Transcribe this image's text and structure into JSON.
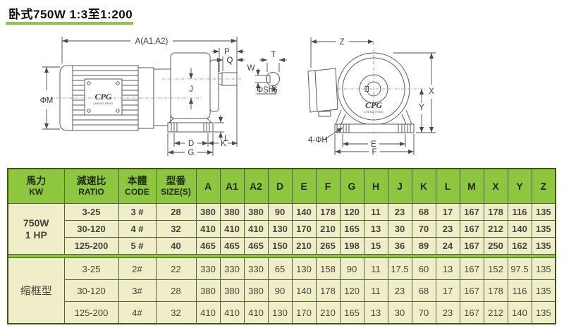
{
  "title": "卧式750W 1:3至1:200",
  "colors": {
    "accent_green": "#8dc63f",
    "table_body": "#f0edc9",
    "table_border": "#44541f",
    "drawing_line": "#5a5a5a",
    "text": "#45453a"
  },
  "drawings": {
    "side_view": {
      "dim_overall": "A(A1,A2)",
      "dim_p": "P",
      "dim_q": "Q",
      "dim_m": "ΦM",
      "dim_j": "J",
      "dim_d": "D",
      "dim_g": "G",
      "dim_k": "K",
      "dim_l": "L",
      "logo": "CPG",
      "logo_sub": "CHENG PENG",
      "shaft_detail": {
        "dim_t": "T",
        "dim_w": "W",
        "dim_dia": "ΦSh6"
      }
    },
    "front_view": {
      "dim_z": "Z",
      "dim_x": "X",
      "dim_y": "Y",
      "dim_e": "E",
      "dim_f": "F",
      "holes": "4-ΦH",
      "logo": "CPG",
      "logo_sub": "CHENG PENG"
    }
  },
  "table": {
    "headers": [
      {
        "zh": "馬力",
        "en": "KW"
      },
      {
        "zh": "減速比",
        "en": "RATIO"
      },
      {
        "zh": "本體",
        "en": "CODE"
      },
      {
        "zh": "型番",
        "en": "SIZE(S)"
      },
      "A",
      "A1",
      "A2",
      "D",
      "E",
      "F",
      "G",
      "H",
      "J",
      "K",
      "L",
      "M",
      "X",
      "Y",
      "Z"
    ],
    "groups": [
      {
        "label_lines": [
          "750W",
          "1 HP"
        ],
        "rows": [
          {
            "ratio": "3-25",
            "code": "3 #",
            "size": "28",
            "values": [
              380,
              380,
              380,
              90,
              140,
              178,
              120,
              11,
              23,
              68,
              17,
              167,
              178,
              116,
              135
            ]
          },
          {
            "ratio": "30-120",
            "code": "4 #",
            "size": "32",
            "values": [
              410,
              410,
              410,
              130,
              170,
              210,
              165,
              13,
              30,
              70,
              23,
              167,
              212,
              140,
              135
            ]
          },
          {
            "ratio": "125-200",
            "code": "5 #",
            "size": "40",
            "values": [
              465,
              465,
              465,
              150,
              210,
              265,
              198,
              15,
              36,
              89,
              24,
              167,
              250,
              162,
              135
            ]
          }
        ]
      },
      {
        "label_lines": [
          "缩框型"
        ],
        "rows": [
          {
            "ratio": "3-25",
            "code": "2#",
            "size": "22",
            "values": [
              330,
              330,
              330,
              65,
              130,
              158,
              90,
              11,
              17.5,
              60,
              13,
              167,
              152,
              97.5,
              135
            ]
          },
          {
            "ratio": "30-120",
            "code": "3#",
            "size": "28",
            "values": [
              380,
              380,
              380,
              90,
              140,
              178,
              120,
              11,
              23,
              68,
              17,
              167,
              178,
              116,
              135
            ]
          },
          {
            "ratio": "125-200",
            "code": "4#",
            "size": "32",
            "values": [
              410,
              410,
              410,
              130,
              170,
              210,
              165,
              13,
              30,
              70,
              23,
              167,
              212,
              140,
              135
            ]
          }
        ]
      }
    ]
  }
}
